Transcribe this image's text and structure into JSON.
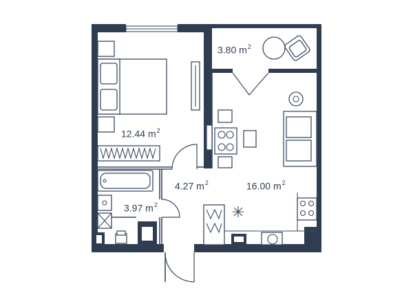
{
  "unit_symbol": "m",
  "unit_power": "2",
  "rooms": [
    {
      "id": "balcony",
      "area": "3.80"
    },
    {
      "id": "bedroom",
      "area": "12.44"
    },
    {
      "id": "hallway",
      "area": "4.27"
    },
    {
      "id": "living",
      "area": "16.00"
    },
    {
      "id": "bathroom",
      "area": "3.97"
    }
  ],
  "colors": {
    "wall": "#2f3d52",
    "line": "#3a4a60",
    "background": "#ffffff"
  },
  "icons": [
    "bed-icon",
    "wardrobe-icon",
    "bathtub-icon",
    "sink-icon",
    "washing-machine-icon",
    "toilet-icon",
    "dining-table-icon",
    "chair-icon",
    "sofa-icon",
    "armchair-icon",
    "round-table-icon",
    "floor-lamp-icon",
    "stove-icon",
    "sink-kitchen-icon",
    "fridge-icon",
    "plant-icon"
  ]
}
